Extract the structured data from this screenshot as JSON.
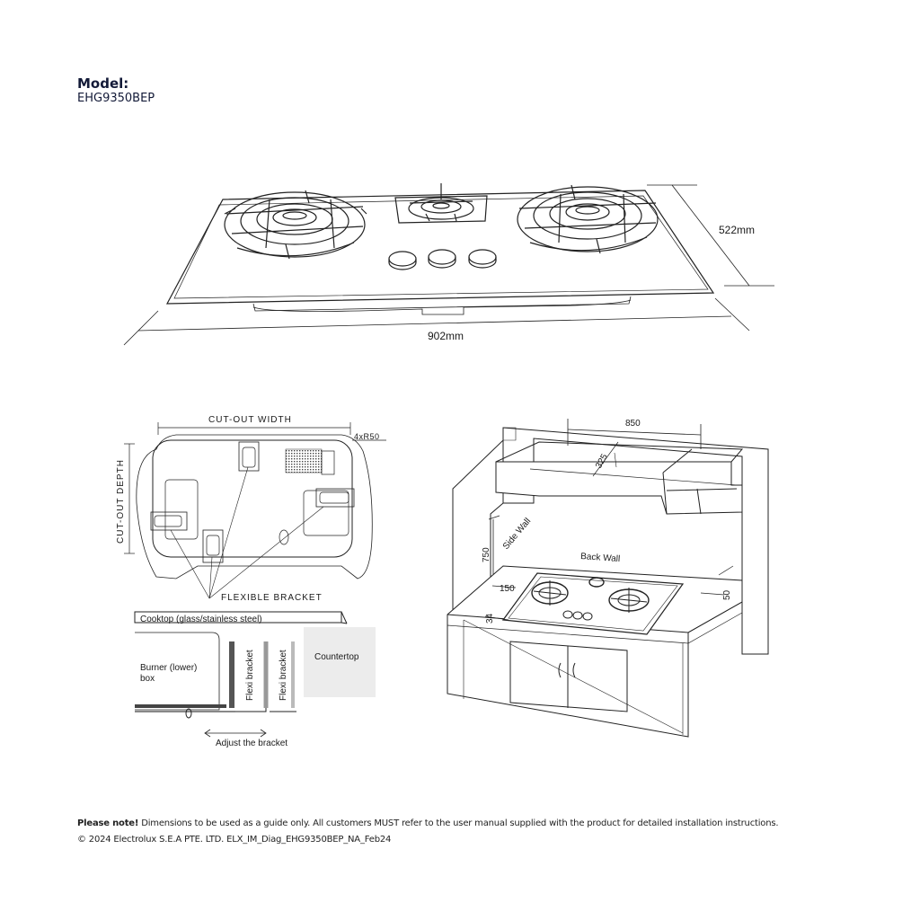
{
  "header": {
    "model_label": "Model:",
    "model_value": "EHG9350BEP"
  },
  "top_view": {
    "depth_label": "522mm",
    "width_label": "902mm"
  },
  "cutout": {
    "width_label": "CUT-OUT WIDTH",
    "depth_label": "CUT-OUT DEPTH",
    "radius_label": "4xR50",
    "bracket_label": "FLEXIBLE BRACKET"
  },
  "section": {
    "cooktop_label": "Cooktop (glass/stainless steel)",
    "burner_label_1": "Burner (lower)",
    "burner_label_2": "box",
    "flexi_1": "Flexi bracket",
    "flexi_2": "Flexi bracket",
    "countertop_label": "Countertop",
    "adjust_label": "Adjust the bracket"
  },
  "kitchen": {
    "dim_850": "850",
    "dim_325": "325",
    "dim_750": "750",
    "side_wall": "Side Wall",
    "back_wall": "Back Wall",
    "dim_150": "150",
    "dim_34": "34",
    "dim_50": "50"
  },
  "footer": {
    "note_bold": "Please note!",
    "note_text": " Dimensions to be used as a guide only. All customers MUST refer to the user manual supplied with the product for detailed installation instructions.",
    "copyright": "© 2024 Electrolux S.E.A PTE. LTD. ELX_IM_Diag_EHG9350BEP_NA_Feb24"
  }
}
